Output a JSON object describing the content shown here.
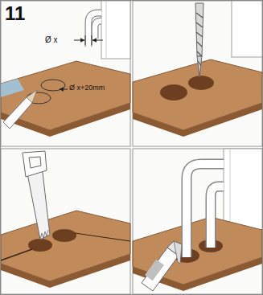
{
  "diagram": {
    "labels": [
      "11",
      "Ø x",
      "Ø x+20mm"
    ]
  }
}
